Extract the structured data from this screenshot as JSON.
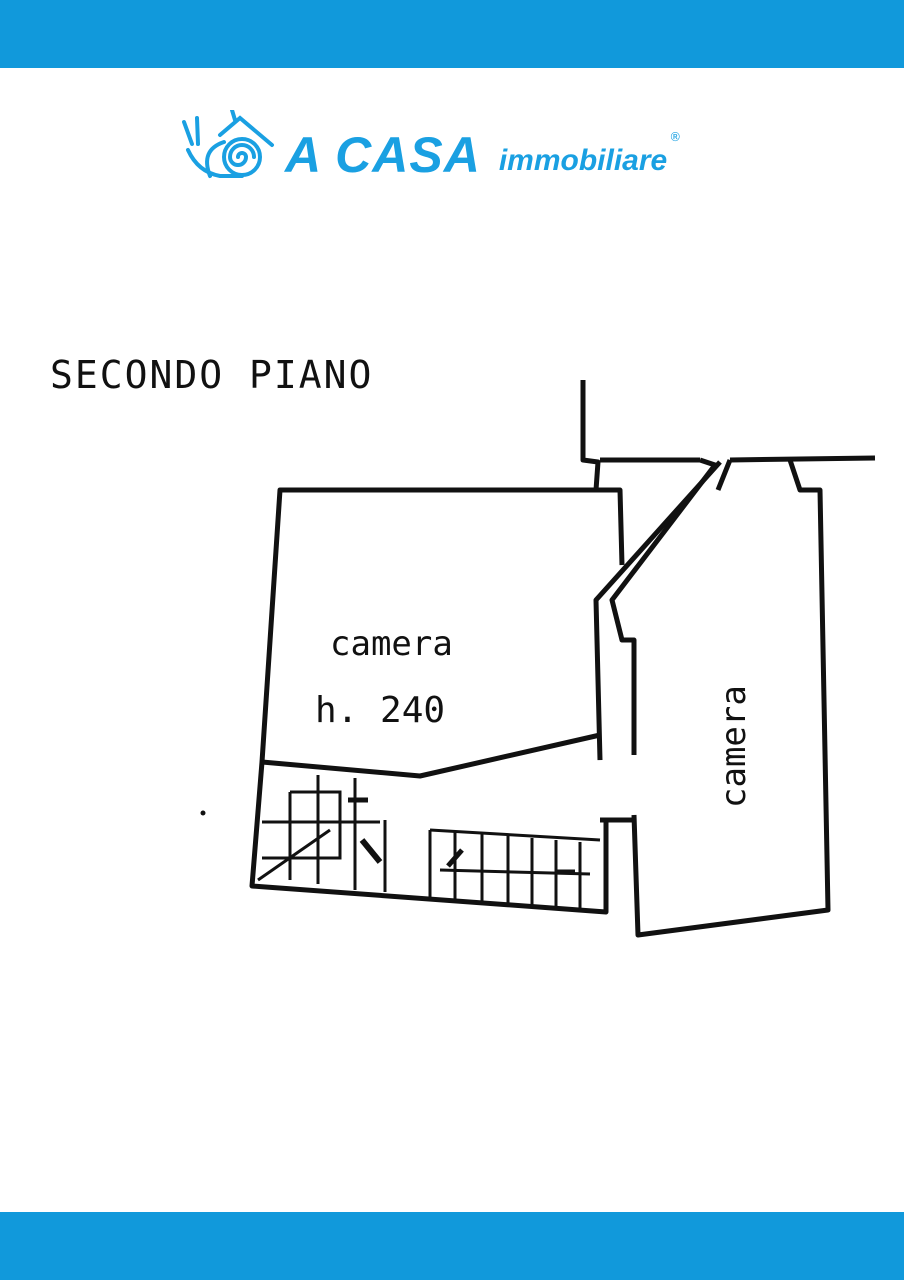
{
  "colors": {
    "brand": "#1199db",
    "logo": "#1aa0e2",
    "ink": "#111111"
  },
  "logo": {
    "icon": "snail-house-icon",
    "main": "A CASA",
    "sub": "immobiliare",
    "registered": "®"
  },
  "plan": {
    "floor_title": "SECONDO PIANO",
    "room_left_label": "camera",
    "room_left_height": "h. 240",
    "room_right_label": "camera"
  }
}
